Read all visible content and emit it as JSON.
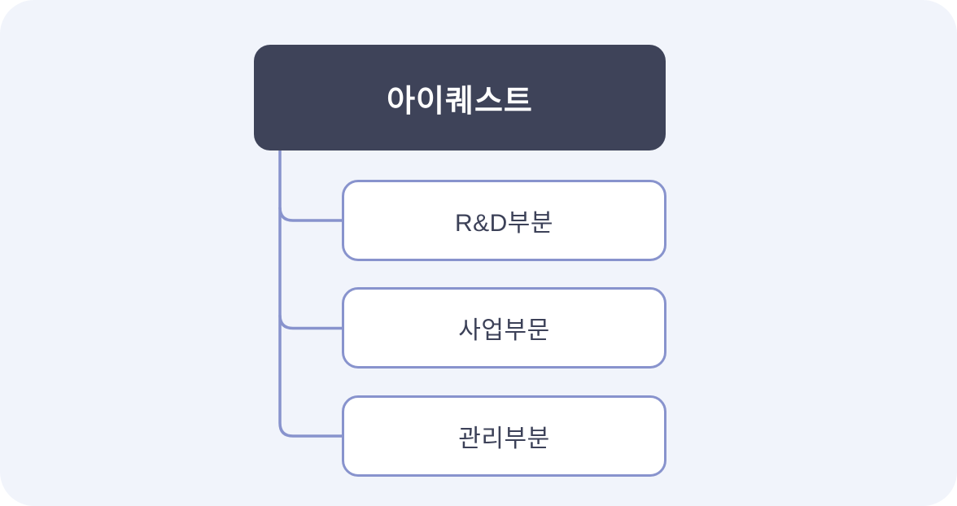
{
  "colors": {
    "panel_bg": "#f1f4fb",
    "root_bg": "#3e4359",
    "root_text": "#ffffff",
    "child_bg": "#ffffff",
    "child_border": "#8893cd",
    "child_text": "#3c4158",
    "connector": "#8893cd",
    "page_bg": "#ffffff"
  },
  "org_chart": {
    "type": "org-tree",
    "root": {
      "label": "아이퀘스트"
    },
    "children": [
      {
        "label": "R&D부분"
      },
      {
        "label": "사업부문"
      },
      {
        "label": "관리부분"
      }
    ],
    "layout": "root top, children stacked vertically below-right, elbow connectors from root bottom-left trunk"
  }
}
